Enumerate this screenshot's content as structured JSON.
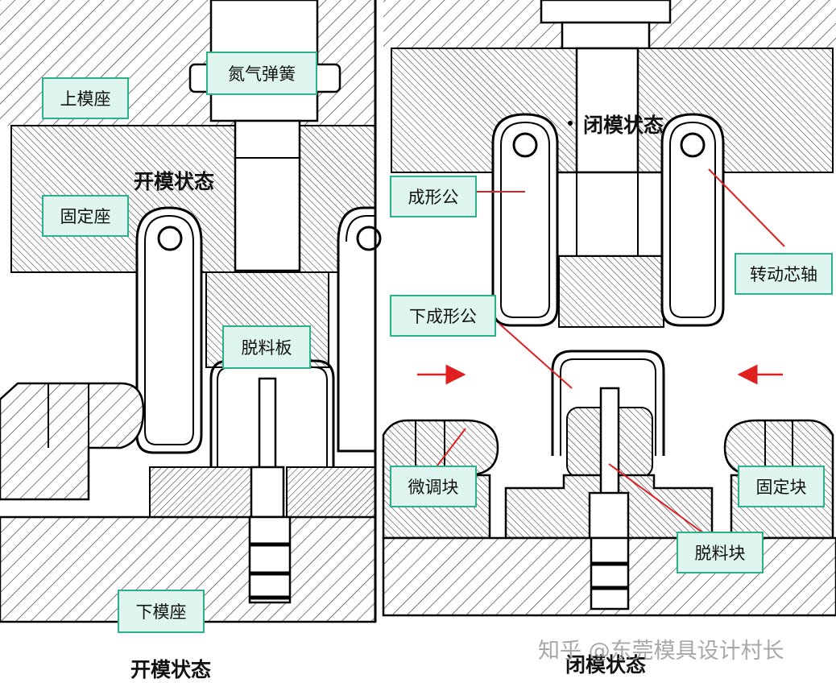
{
  "colors": {
    "label_fill": "#dff5ef",
    "label_border": "#2bb08a",
    "pointer": "#e02020",
    "arrow": "#e02020",
    "outline": "#000000"
  },
  "left_panel": {
    "labels": {
      "upper_mold_base": "上模座",
      "nitrogen_spring": "氮气弹簧",
      "fixed_seat": "固定座",
      "stripper_plate": "脱料板",
      "lower_mold_base": "下模座"
    },
    "inner_caption": "开模状态",
    "bottom_caption": "开模状态"
  },
  "right_panel": {
    "labels": {
      "forming_punch": "成形公",
      "rotating_core_shaft": "转动芯轴",
      "lower_forming_punch": "下成形公",
      "adjust_block": "微调块",
      "fixed_block": "固定块",
      "stripper_block": "脱料块"
    },
    "inner_caption": "闭模状态",
    "bottom_caption": "闭模状态"
  },
  "watermark": "知乎 @东莞模具设计村长"
}
